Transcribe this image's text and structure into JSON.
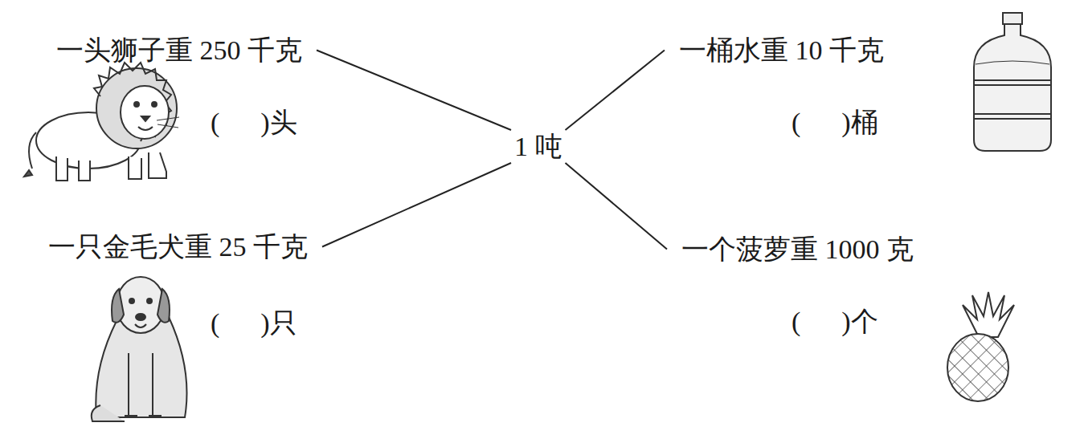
{
  "diagram": {
    "nodes": [
      {
        "text": [
          "一头狮子重 250 千克",
          "(      )头"
        ]
      },
      {
        "text": [
          "一桶水重 10 千克",
          "(      )桶"
        ]
      },
      {
        "text": [
          "1 吨"
        ]
      },
      {
        "text": [
          "一只金毛犬重 25 千克",
          "(      )只"
        ]
      },
      {
        "text": [
          "一个菠萝重 1000 克",
          "(      )个"
        ]
      }
    ],
    "edges": [
      {
        "from": 0,
        "to": 2,
        "arrow": "none"
      },
      {
        "from": 1,
        "to": 2,
        "arrow": "none"
      },
      {
        "from": 3,
        "to": 2,
        "arrow": "none"
      },
      {
        "from": 4,
        "to": 2,
        "arrow": "none"
      }
    ]
  }
}
